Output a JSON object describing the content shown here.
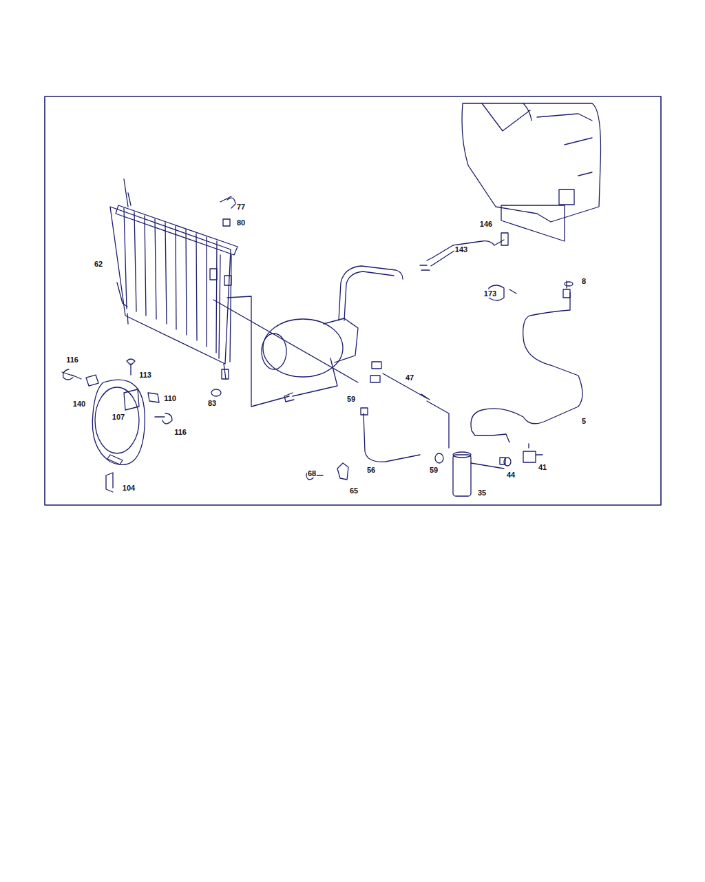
{
  "diagram": {
    "labels": [
      "77",
      "80",
      "146",
      "62",
      "143",
      "8",
      "173",
      "116",
      "113",
      "83",
      "47",
      "140",
      "110",
      "59",
      "107",
      "116",
      "5",
      "59",
      "56",
      "44",
      "41",
      "68",
      "65",
      "35",
      "104"
    ]
  }
}
